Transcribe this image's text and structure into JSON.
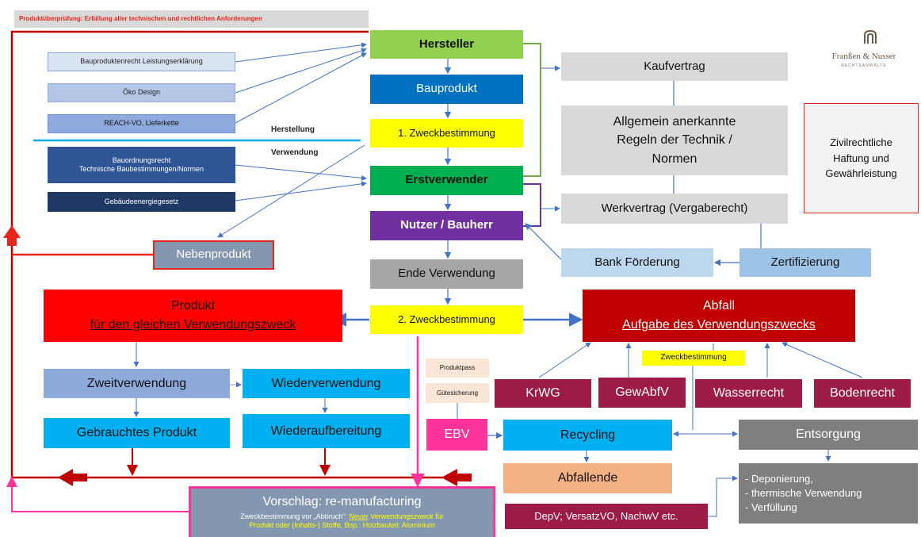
{
  "top_banner": "Produktüberprüfung: Erfüllung aller technischen und rechtlichen Anforderungen",
  "logo": {
    "name": "Franßen & Nusser",
    "subtitle": "RECHTSANWÄLTE"
  },
  "left_requirements": [
    "Bauproduktenrecht Leistungserklärung",
    "Öko Design",
    "REACH-VO, Lieferkette",
    "Bauordnungsrecht\nTechnische Baubestimmungen/Normen",
    "Gebäudeenergiegesetz"
  ],
  "phase_labels": {
    "herstellung": "Herstellung",
    "verwendung": "Verwendung"
  },
  "center_chain": {
    "hersteller": "Hersteller",
    "bauprodukt": "Bauprodukt",
    "zweckbestimmung_1": "1. Zweckbestimmung",
    "erstverwender": "Erstverwender",
    "nutzer": "Nutzer / Bauherr",
    "ende": "Ende Verwendung",
    "zweckbestimmung_2": "2. Zweckbestimmung"
  },
  "nebenprodukt": "Nebenprodukt",
  "right_contracts": {
    "kaufvertrag": "Kaufvertrag",
    "regeln": "Allgemein anerkannte\nRegeln der Technik /\nNormen",
    "werkvertrag": "Werkvertrag (Vergaberecht)",
    "bank": "Bank Förderung",
    "zertifizierung": "Zertifizierung",
    "haftung": "Zivilrechtliche\nHaftung und\nGewährleistung"
  },
  "produkt": {
    "title": "Produkt",
    "subtitle": "für den gleichen Verwendungszweck"
  },
  "abfall": {
    "title": "Abfall",
    "subtitle": "Aufgabe des Verwendungszwecks"
  },
  "reuse": {
    "zweitverwendung": "Zweitverwendung",
    "wiederverwendung": "Wiederverwendung",
    "gebraucht": "Gebrauchtes Produkt",
    "wiederaufbereitung": "Wiederaufbereitung"
  },
  "waste_laws": [
    "KrWG",
    "GewAbfV",
    "Wasserrecht",
    "Bodenrecht"
  ],
  "zweckbestimmung_tag": "Zweckbestimmung",
  "small_tags": {
    "produktpass": "Produktpass",
    "guetesicherung": "Gütesicherung"
  },
  "ebv": "EBV",
  "recycling": "Recycling",
  "entsorgung": "Entsorgung",
  "abfallende": "Abfallende",
  "depv": "DepV; VersatzVO, NachwV etc.",
  "entsorgung_list": [
    "- Deponierung,",
    "- thermische Verwendung",
    "- Verfüllung"
  ],
  "vorschlag": {
    "title": "Vorschlag: re-manufacturing",
    "line1_a": "Zweckbestimmung vor „Abbruch“: ",
    "line1_b": "Neuer",
    "line1_c": " Verwendungszweck für",
    "line2": "Produkt oder (Inhalts-) Stoffe, Bsp.: Holzbauteil; Aluminium"
  },
  "colors": {
    "red": "#e8251b",
    "dark_red": "#c00000",
    "green": "#92d050",
    "dark_green": "#00b050",
    "blue": "#0070c0",
    "purple": "#7030a0",
    "yellow": "#ffff00",
    "gray": "#a6a6a6",
    "light_gray": "#d9d9d9",
    "cyan": "#00b0f0",
    "maroon": "#9c1b47",
    "pink": "#ff3399",
    "peach": "#f4b183"
  }
}
